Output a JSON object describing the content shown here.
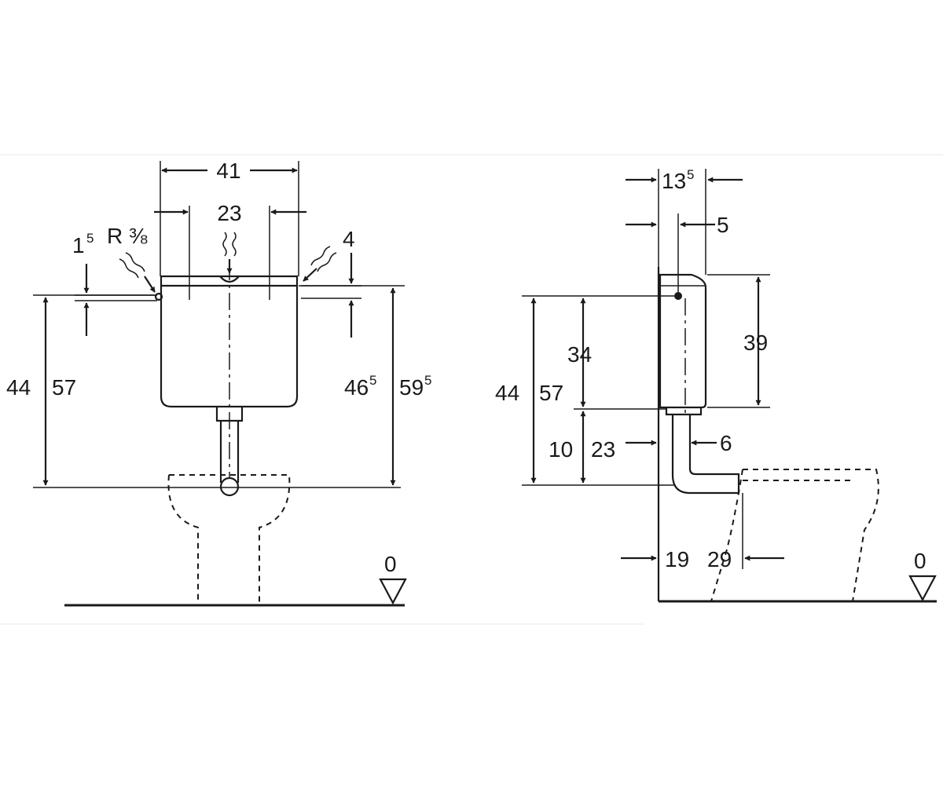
{
  "front_view": {
    "width_top": "41",
    "inner_width": "23",
    "offset_left": "1",
    "offset_left_sup": "5",
    "thread": "R ⅜",
    "offset_right": "4",
    "height_inlet_a": "44",
    "height_inlet_b": "57",
    "height_top_a": "46",
    "height_top_a_sup": "5",
    "height_top_b": "59",
    "height_top_b_sup": "5",
    "floor_level": "0"
  },
  "side_view": {
    "depth": "13",
    "depth_sup": "5",
    "inlet_offset": "5",
    "tank_height": "39",
    "inlet_above_base": "34",
    "height_a": "44",
    "height_b": "57",
    "lower_a": "10",
    "lower_b": "23",
    "pipe_offset": "6",
    "wall_distance_a": "19",
    "wall_distance_b": "29",
    "floor_level": "0"
  }
}
